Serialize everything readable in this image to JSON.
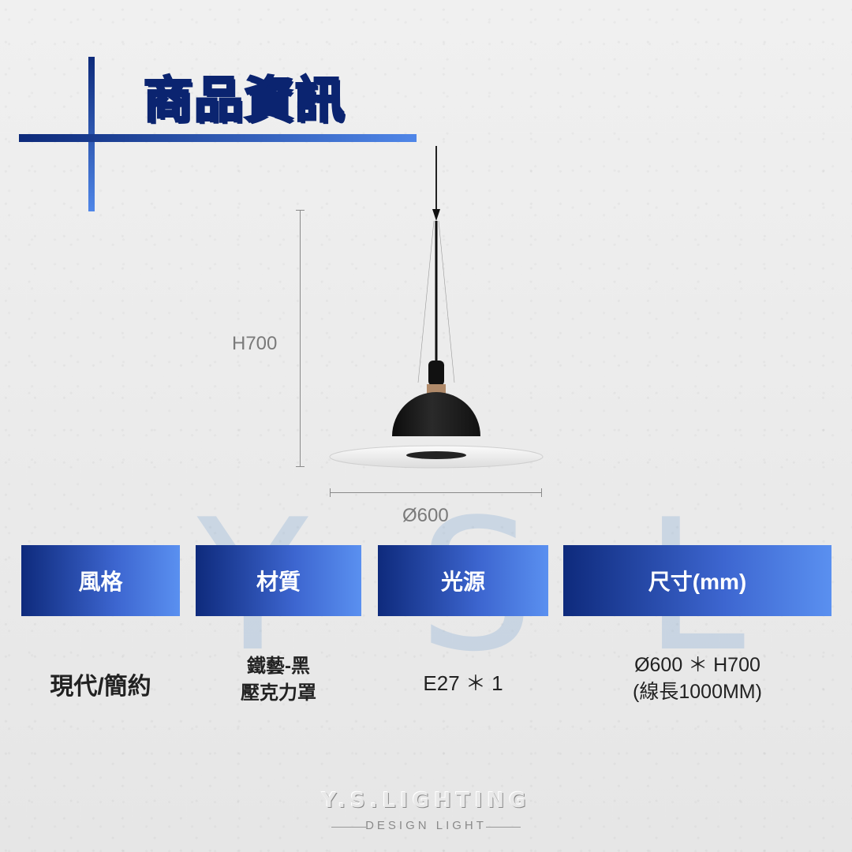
{
  "header": {
    "title": "商品資訊"
  },
  "watermark": {
    "text": "YSL"
  },
  "dimensions": {
    "height_label": "H700",
    "diameter_label": "Ø600"
  },
  "table": {
    "headers": [
      "風格",
      "材質",
      "光源",
      "尺寸(mm)"
    ],
    "style": "現代/簡約",
    "material": [
      "鐵藝-黑",
      "壓克力罩"
    ],
    "light_source": "E27 ＊ 1",
    "size": [
      "Ø600 ＊ H700",
      "(線長1000MM)"
    ]
  },
  "footer": {
    "brand": "Y.S.LIGHTING",
    "tagline": "DESIGN LIGHT"
  },
  "colors": {
    "accent_dark": "#0e2a7c",
    "accent_light": "#5a90f0"
  }
}
